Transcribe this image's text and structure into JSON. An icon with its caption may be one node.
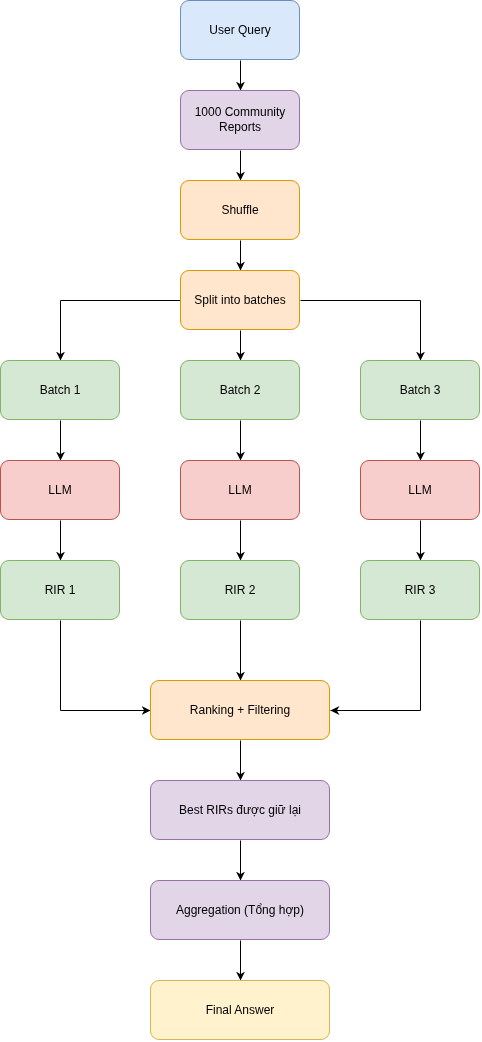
{
  "diagram": {
    "nodes": [
      {
        "text": [
          "User Query"
        ]
      },
      {
        "text": [
          "1000 Community Reports"
        ]
      },
      {
        "text": [
          "Shuffle"
        ]
      },
      {
        "text": [
          "Split into batches"
        ]
      },
      {
        "text": [
          "Batch 1"
        ]
      },
      {
        "text": [
          "Batch 2"
        ]
      },
      {
        "text": [
          "Batch 3"
        ]
      },
      {
        "text": [
          "LLM"
        ]
      },
      {
        "text": [
          "LLM"
        ]
      },
      {
        "text": [
          "LLM"
        ]
      },
      {
        "text": [
          "RIR 1"
        ]
      },
      {
        "text": [
          "RIR 2"
        ]
      },
      {
        "text": [
          "RIR 3"
        ]
      },
      {
        "text": [
          "Ranking + Filtering"
        ]
      },
      {
        "text": [
          "Best RIRs được giữ lại"
        ]
      },
      {
        "text": [
          "Aggregation (Tổng hợp)"
        ]
      },
      {
        "text": [
          "Final Answer"
        ]
      }
    ],
    "edges": [
      {
        "from": 0,
        "to": 1,
        "arrow": "to"
      },
      {
        "from": 1,
        "to": 2,
        "arrow": "to"
      },
      {
        "from": 2,
        "to": 3,
        "arrow": "to"
      },
      {
        "from": 3,
        "to": 4,
        "arrow": "to"
      },
      {
        "from": 3,
        "to": 5,
        "arrow": "to"
      },
      {
        "from": 3,
        "to": 6,
        "arrow": "to"
      },
      {
        "from": 4,
        "to": 7,
        "arrow": "to"
      },
      {
        "from": 5,
        "to": 8,
        "arrow": "to"
      },
      {
        "from": 6,
        "to": 9,
        "arrow": "to"
      },
      {
        "from": 7,
        "to": 10,
        "arrow": "to"
      },
      {
        "from": 8,
        "to": 11,
        "arrow": "to"
      },
      {
        "from": 9,
        "to": 12,
        "arrow": "to"
      },
      {
        "from": 10,
        "to": 13,
        "arrow": "to"
      },
      {
        "from": 11,
        "to": 13,
        "arrow": "to"
      },
      {
        "from": 12,
        "to": 13,
        "arrow": "to"
      },
      {
        "from": 13,
        "to": 14,
        "arrow": "to"
      },
      {
        "from": 14,
        "to": 15,
        "arrow": "to"
      },
      {
        "from": 15,
        "to": 16,
        "arrow": "to"
      }
    ]
  }
}
